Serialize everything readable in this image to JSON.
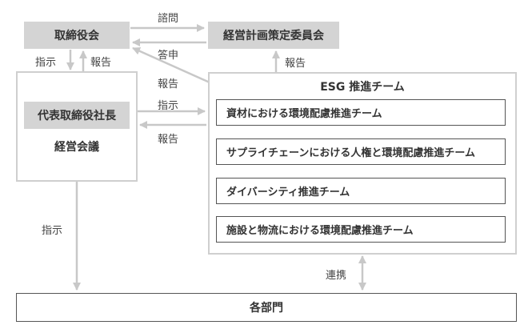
{
  "board": "取締役会",
  "committee": "経営計画策定委員会",
  "ceo": "代表取締役社長",
  "exec_meeting": "経営会議",
  "esg": {
    "title": "ESG 推進チーム",
    "teams": [
      "資材における環境配慮推進チーム",
      "サプライチェーンにおける人権と環境配慮推進チーム",
      "ダイバーシティ推進チーム",
      "施設と物流における環境配慮推進チーム"
    ]
  },
  "departments": "各部門",
  "labels": {
    "inquiry": "諮問",
    "response": "答申",
    "board_instruct": "指示",
    "board_report": "報告",
    "committee_report": "報告",
    "esg_report_board": "報告",
    "ceo_instruct": "指示",
    "ceo_report": "報告",
    "dept_instruct": "指示",
    "cooperation": "連携"
  },
  "colors": {
    "line": "#c8c8c8",
    "fill": "#d4d4d4",
    "team_border": "#555555"
  }
}
